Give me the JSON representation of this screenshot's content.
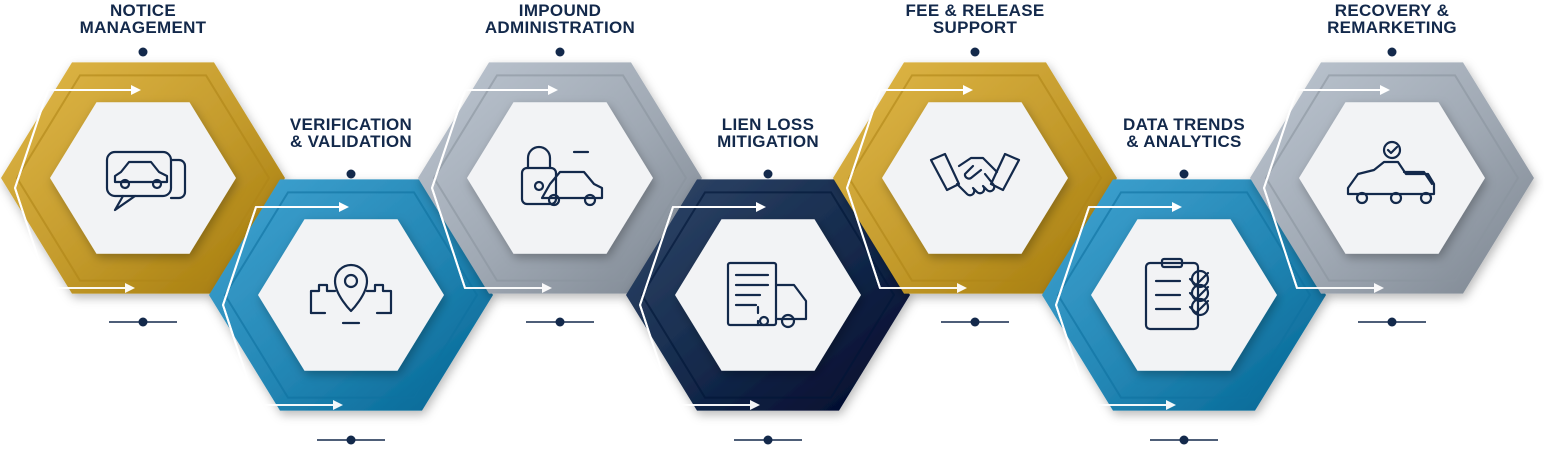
{
  "title": "",
  "colors": {
    "gold": "#c39a2b",
    "blue": "#2386b4",
    "gray": "#9fa8b3",
    "navy": "#13294b",
    "face": "#f2f3f5",
    "text": "#13294b"
  },
  "steps": [
    {
      "line1": "NOTICE",
      "line2": "MANAGEMENT",
      "color": "gold",
      "icon": "car-chat-icon"
    },
    {
      "line1": "VERIFICATION",
      "line2": "& VALIDATION",
      "color": "blue",
      "icon": "location-pin-icon"
    },
    {
      "line1": "IMPOUND",
      "line2": "ADMINISTRATION",
      "color": "gray",
      "icon": "car-lock-icon"
    },
    {
      "line1": "LIEN LOSS",
      "line2": "MITIGATION",
      "color": "navy",
      "icon": "invoice-truck-icon"
    },
    {
      "line1": "FEE & RELEASE",
      "line2": "SUPPORT",
      "color": "gold",
      "icon": "handshake-icon"
    },
    {
      "line1": "DATA TRENDS",
      "line2": "& ANALYTICS",
      "color": "blue",
      "icon": "checklist-icon"
    },
    {
      "line1": "RECOVERY &",
      "line2": "REMARKETING",
      "color": "gray",
      "icon": "tow-truck-icon"
    }
  ]
}
